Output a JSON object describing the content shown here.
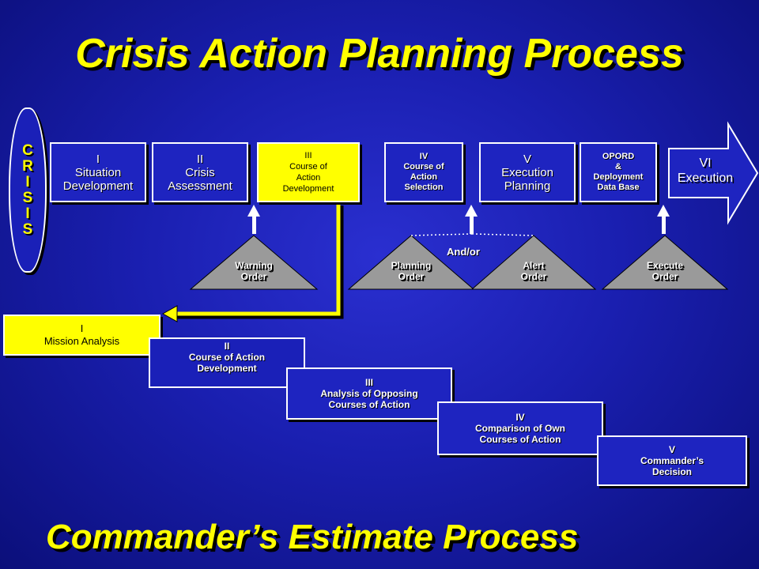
{
  "title": "Crisis Action Planning Process",
  "subtitle": "Commander’s Estimate Process",
  "crisis_letters": [
    "C",
    "R",
    "I",
    "S",
    "I",
    "S"
  ],
  "phases": [
    {
      "num": "I",
      "lines": [
        "Situation",
        "Development"
      ]
    },
    {
      "num": "II",
      "lines": [
        "Crisis",
        "Assessment"
      ]
    },
    {
      "num": "III",
      "lines": [
        "Course of",
        "Action",
        "Development"
      ]
    },
    {
      "num": "IV",
      "lines": [
        "Course of",
        "Action",
        "Selection"
      ]
    },
    {
      "num": "V",
      "lines": [
        "Execution",
        "Planning"
      ]
    },
    {
      "num": "OPORD",
      "lines": [
        "&",
        "Deployment",
        "Data Base"
      ]
    },
    {
      "num": "VI",
      "lines": [
        "Execution"
      ]
    }
  ],
  "orders": [
    {
      "lines": [
        "Warning",
        "Order"
      ]
    },
    {
      "lines": [
        "Planning",
        "Order"
      ]
    },
    {
      "lines": [
        "Alert",
        "Order"
      ]
    },
    {
      "lines": [
        "Execute",
        "Order"
      ]
    }
  ],
  "and_or": "And/or",
  "estimate_steps": [
    {
      "num": "I",
      "lines": [
        "Mission Analysis"
      ]
    },
    {
      "num": "II",
      "lines": [
        "Course of Action",
        "Development"
      ]
    },
    {
      "num": "III",
      "lines": [
        "Analysis of Opposing",
        "Courses of Action"
      ]
    },
    {
      "num": "IV",
      "lines": [
        "Comparison of Own",
        "Courses of Action"
      ]
    },
    {
      "num": "V",
      "lines": [
        "Commander’s",
        "Decision"
      ]
    }
  ],
  "colors": {
    "title": "#ffff00",
    "background": "#1a1fb0",
    "highlight": "#ffff00",
    "triangle": "#9a9a9a"
  }
}
